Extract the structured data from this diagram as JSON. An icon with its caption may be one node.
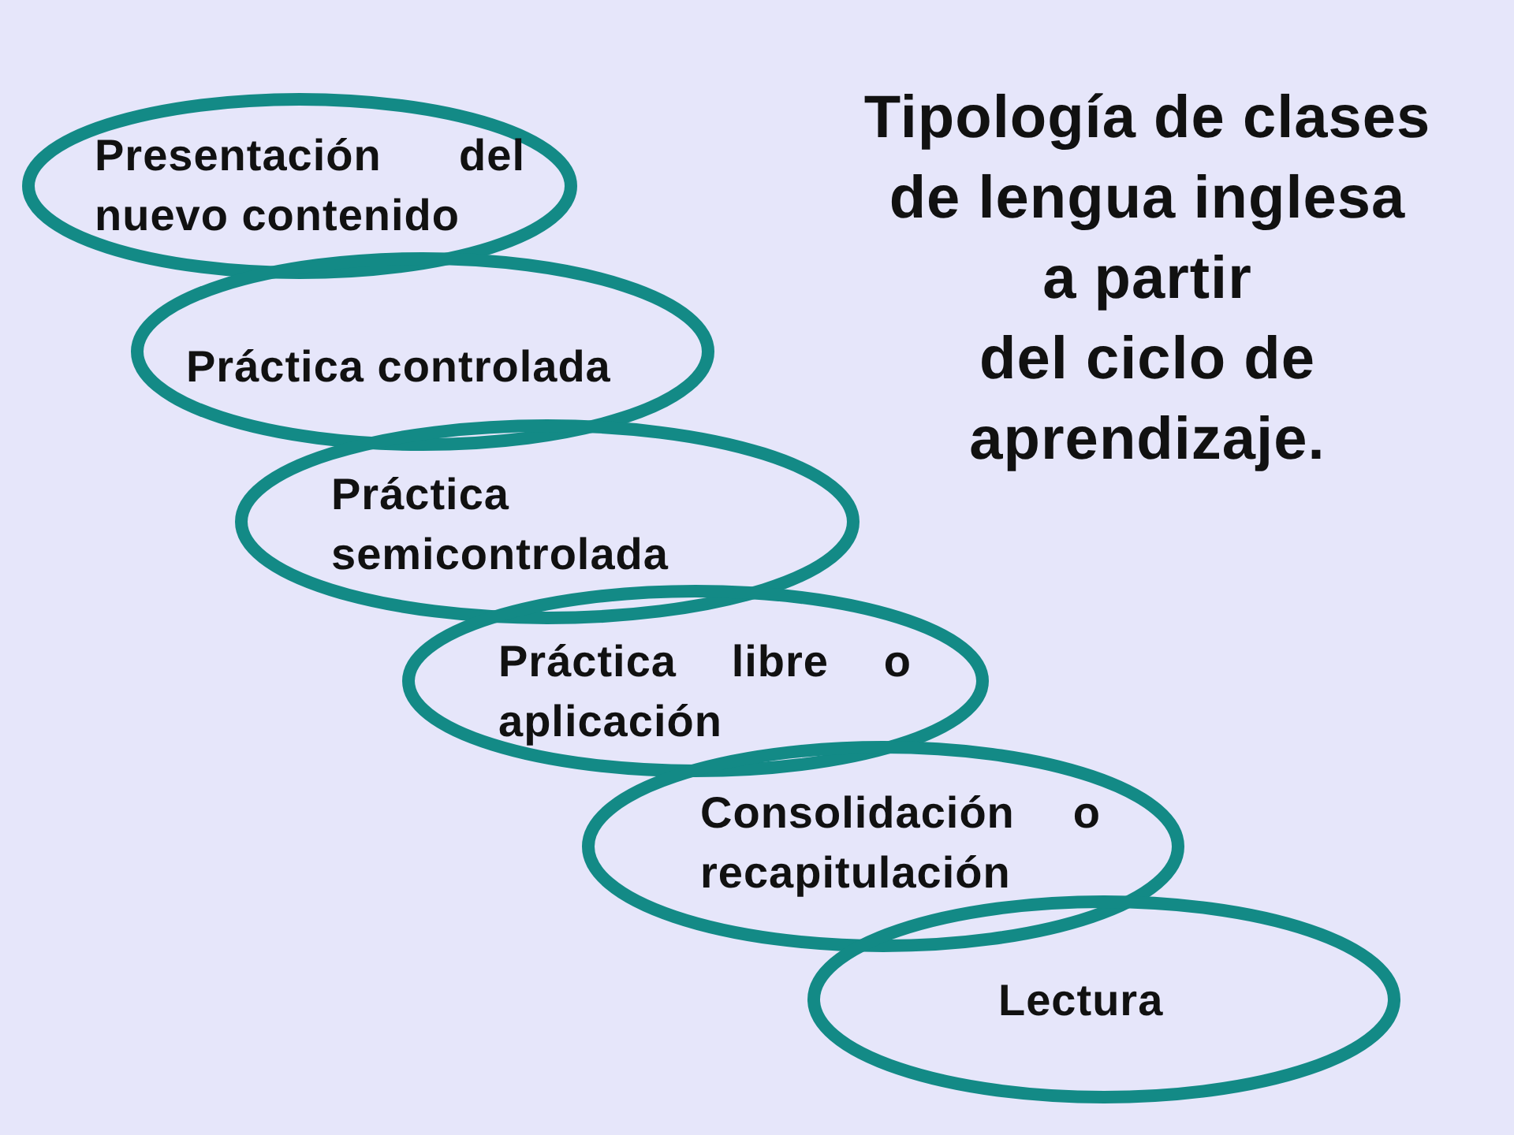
{
  "diagram": {
    "title": "Tipología de clases de lengua inglesa a partir del ciclo de aprendizaje.",
    "nodes": [
      {
        "text": [
          "Presentación del nuevo contenido"
        ]
      },
      {
        "text": [
          "Práctica controlada"
        ]
      },
      {
        "text": [
          "Práctica semicontrolada"
        ]
      },
      {
        "text": [
          "Práctica libre o aplicación"
        ]
      },
      {
        "text": [
          "Consolidación o recapitulación"
        ]
      },
      {
        "text": [
          "Lectura"
        ]
      }
    ]
  }
}
